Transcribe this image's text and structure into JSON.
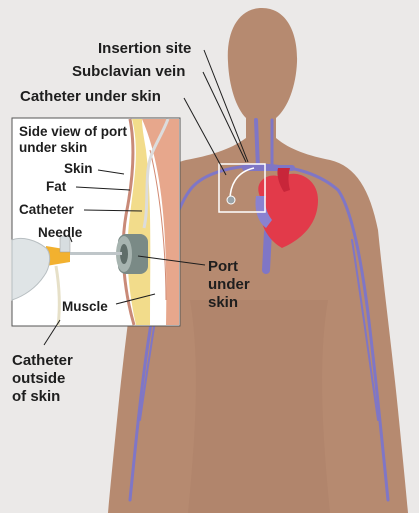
{
  "labels": {
    "insertion_site": "Insertion site",
    "subclavian_vein": "Subclavian vein",
    "catheter_under_skin": "Catheter under skin",
    "inset_title_line1": "Side view of port",
    "inset_title_line2": "under skin",
    "skin": "Skin",
    "fat": "Fat",
    "catheter": "Catheter",
    "needle": "Needle",
    "muscle": "Muscle",
    "port_line1": "Port",
    "port_line2": "under",
    "port_line3": "skin",
    "outside_line1": "Catheter",
    "outside_line2": "outside",
    "outside_line3": "of skin"
  },
  "colors": {
    "background": "#ebe9e8",
    "body_skin": "#b68a70",
    "vein": "#7f76c6",
    "heart": "#e23a4a",
    "fat": "#f2dc8b",
    "muscle": "#e7a78c"
  }
}
